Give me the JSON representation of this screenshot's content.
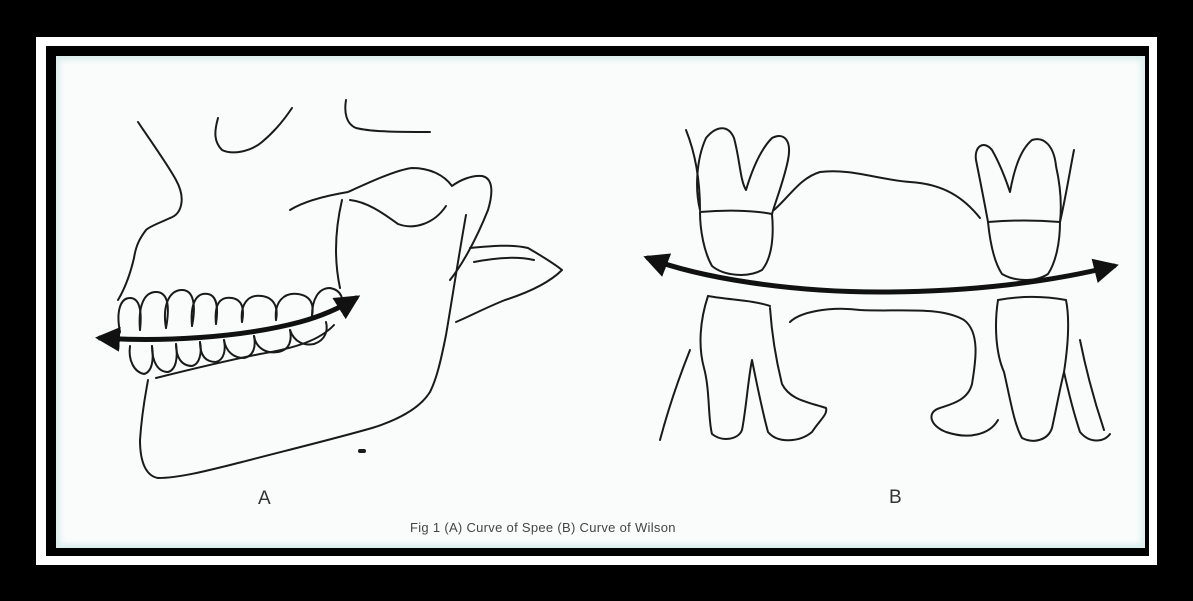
{
  "figure": {
    "panel_a_label": "A",
    "panel_b_label": "B",
    "caption": "Fig 1 (A) Curve of  Spee (B) Curve of Wilson"
  },
  "colors": {
    "background": "#000000",
    "mat": "#ffffff",
    "paper": "#fafcfc",
    "line": "#111111"
  }
}
